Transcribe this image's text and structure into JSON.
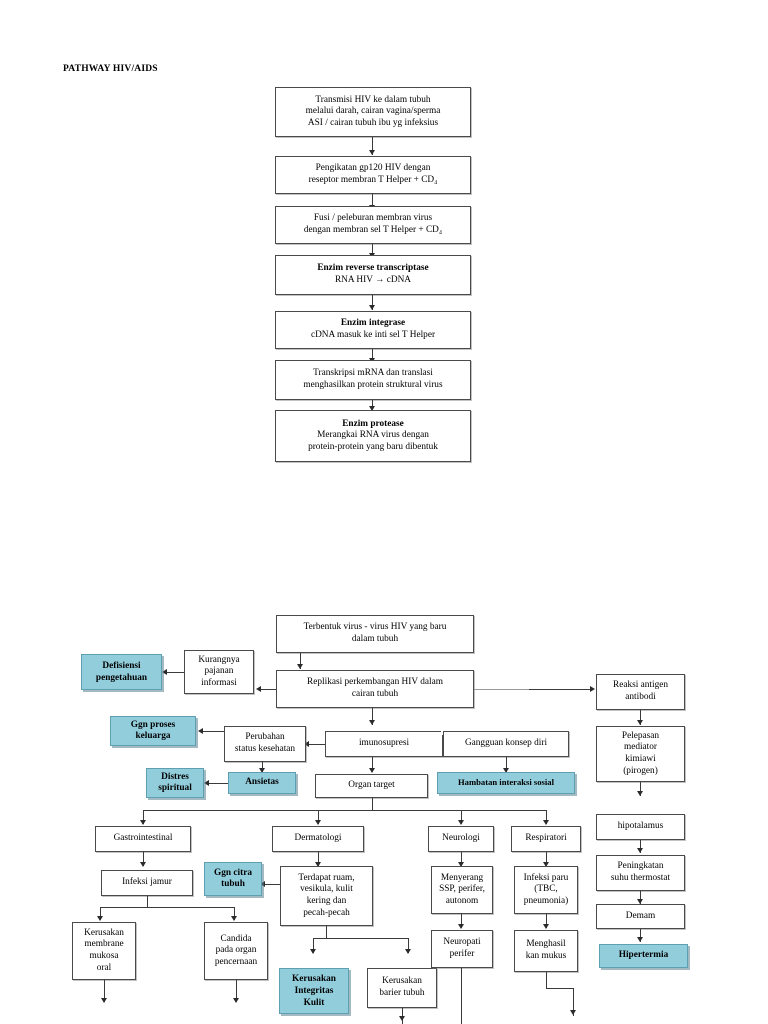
{
  "page": {
    "title": "PATHWAY HIV/AIDS",
    "accent_teal": "#92cddc",
    "box_border": "#4a4a4a",
    "background": "#ffffff"
  },
  "upper_chain": [
    {
      "id": "transmisi",
      "lines": [
        "Transmisi HIV ke dalam tubuh",
        "melalui darah, cairan vagina/sperma",
        "ASI / cairan tubuh ibu yg infeksius"
      ],
      "heading": "",
      "style": "plain"
    },
    {
      "id": "pengikatan",
      "lines": [
        "Pengikatan gp120  HIV dengan",
        "reseptor membran T Helper + CD₄"
      ],
      "heading": "",
      "style": "plain"
    },
    {
      "id": "fusi",
      "lines": [
        "Fusi / peleburan membran virus",
        "dengan membran sel  T  Helper + CD₄"
      ],
      "heading": "",
      "style": "plain"
    },
    {
      "id": "reverse-transcriptase",
      "heading": "Enzim reverse transcriptase",
      "lines": [
        "RNA HIV → cDNA"
      ],
      "style": "heading"
    },
    {
      "id": "integrase",
      "heading": "Enzim integrase",
      "lines": [
        "cDNA masuk ke inti sel  T Helper"
      ],
      "style": "heading"
    },
    {
      "id": "transkripsi",
      "heading": "",
      "lines": [
        "Transkripsi mRNA dan translasi",
        "menghasilkan protein struktural virus"
      ],
      "style": "plain"
    },
    {
      "id": "protease",
      "heading": "Enzim protease",
      "lines": [
        "Merangkai RNA virus dengan",
        "protein-protein yang baru dibentuk"
      ],
      "style": "heading"
    }
  ],
  "lower": {
    "terbentuk_virus": [
      "Terbentuk virus - virus HIV yang baru",
      "dalam tubuh"
    ],
    "replikasi": [
      "Replikasi perkembangan HIV dalam",
      "cairan tubuh"
    ],
    "kurangnya_pajanan": [
      "Kurangnya",
      "pajanan",
      "informasi"
    ],
    "defisiensi_pengetahuan": [
      "Defisiensi",
      "pengetahuan"
    ],
    "reaksi_antigen": [
      "Reaksi antigen",
      "antibodi"
    ],
    "pelepasan_mediator": [
      "Pelepasan",
      "mediator",
      "kimiawi",
      "(pirogen)"
    ],
    "hipotalamus": [
      "hipotalamus"
    ],
    "peningkatan_suhu": [
      "Peningkatan",
      "suhu thermostat"
    ],
    "demam": [
      "Demam"
    ],
    "hipertermia": [
      "Hipertermia"
    ],
    "imunosupresi": [
      "imunosupresi"
    ],
    "perubahan_status": [
      "Perubahan",
      "status kesehatan"
    ],
    "ggn_proses_keluarga": [
      "Ggn proses",
      "keluarga"
    ],
    "ansietas": [
      "Ansietas"
    ],
    "distres_spiritual": [
      "Distres",
      "spiritual"
    ],
    "gangguan_konsep_diri": [
      "Gangguan konsep diri"
    ],
    "hambatan_interaksi": [
      "Hambatan interaksi sosial"
    ],
    "organ_target": [
      "Organ target"
    ],
    "gastrointestinal": [
      "Gastrointestinal"
    ],
    "dermatologi": [
      "Dermatologi"
    ],
    "neurologi": [
      "Neurologi"
    ],
    "respiratori": [
      "Respiratori"
    ],
    "infeksi_jamur": [
      "Infeksi jamur"
    ],
    "kerusakan_membrane": [
      "Kerusakan",
      "membrane",
      "mukosa",
      "oral"
    ],
    "candida": [
      "Candida",
      "pada organ",
      "pencernaan"
    ],
    "terdapat_ruam": [
      "Terdapat ruam,",
      "vesikula, kulit",
      "kering dan",
      "pecah-pecah"
    ],
    "ggn_citra_tubuh": [
      "Ggn citra",
      "tubuh"
    ],
    "kerusakan_integritas_kulit": [
      "Kerusakan",
      "Integritas",
      "Kulit"
    ],
    "kerusakan_barier": [
      "Kerusakan",
      "barier tubuh"
    ],
    "menyerang_ssp": [
      "Menyerang",
      "SSP, perifer,",
      "autonom"
    ],
    "neuropati_perifer": [
      "Neuropati",
      "perifer"
    ],
    "infeksi_paru": [
      "Infeksi paru",
      "(TBC,",
      "pneumonia)"
    ],
    "menghasilkan_mukus": [
      "Menghasil",
      "kan mukus"
    ]
  }
}
